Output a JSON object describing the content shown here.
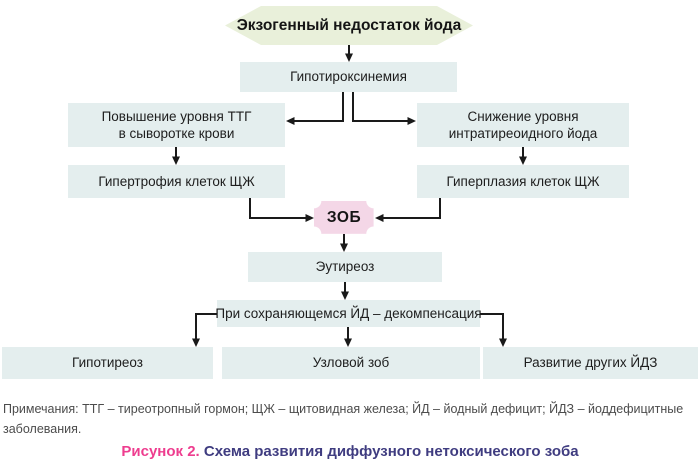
{
  "figure": {
    "nodes": {
      "root": {
        "label": "Экзогенный недостаток йода"
      },
      "hypothyroxinemia": {
        "label": "Гипотироксинемия"
      },
      "tsh_increase": {
        "line1": "Повышение уровня ТТГ",
        "line2": "в сыворотке крови"
      },
      "iodine_decrease": {
        "line1": "Снижение уровня",
        "line2": "интратиреоидного йода"
      },
      "hypertrophy": {
        "label": "Гипертрофия клеток ЩЖ"
      },
      "hyperplasia": {
        "label": "Гиперплазия клеток ЩЖ"
      },
      "goiter": {
        "label": "ЗОБ"
      },
      "euthyroidism": {
        "label": "Эутиреоз"
      },
      "decompensation": {
        "label": "При сохраняющемся ЙД – декомпенсация"
      },
      "hypothyroidism": {
        "label": "Гипотиреоз"
      },
      "nodular_goiter": {
        "label": "Узловой зоб"
      },
      "other_idd": {
        "label": "Развитие других ЙДЗ"
      }
    },
    "notes": {
      "line1": "Примечания: ТТГ – тиреотропный гормон; ЩЖ – щитовидная железа; ЙД – йодный дефицит; ЙДЗ – йоддефицитные",
      "line2": "заболевания."
    },
    "caption": {
      "label": "Рисунок 2.",
      "text": " Схема развития диффузного нетоксического зоба"
    },
    "colors": {
      "box_fill": "#e4eeee",
      "hexagon_fill": "#e9f0da",
      "badge_fill": "#f4d7e7",
      "line": "#1a1a1a",
      "caption_label": "#ee3d8f",
      "caption_text": "#3f3c80",
      "notes_text": "#4c4c4c"
    }
  }
}
